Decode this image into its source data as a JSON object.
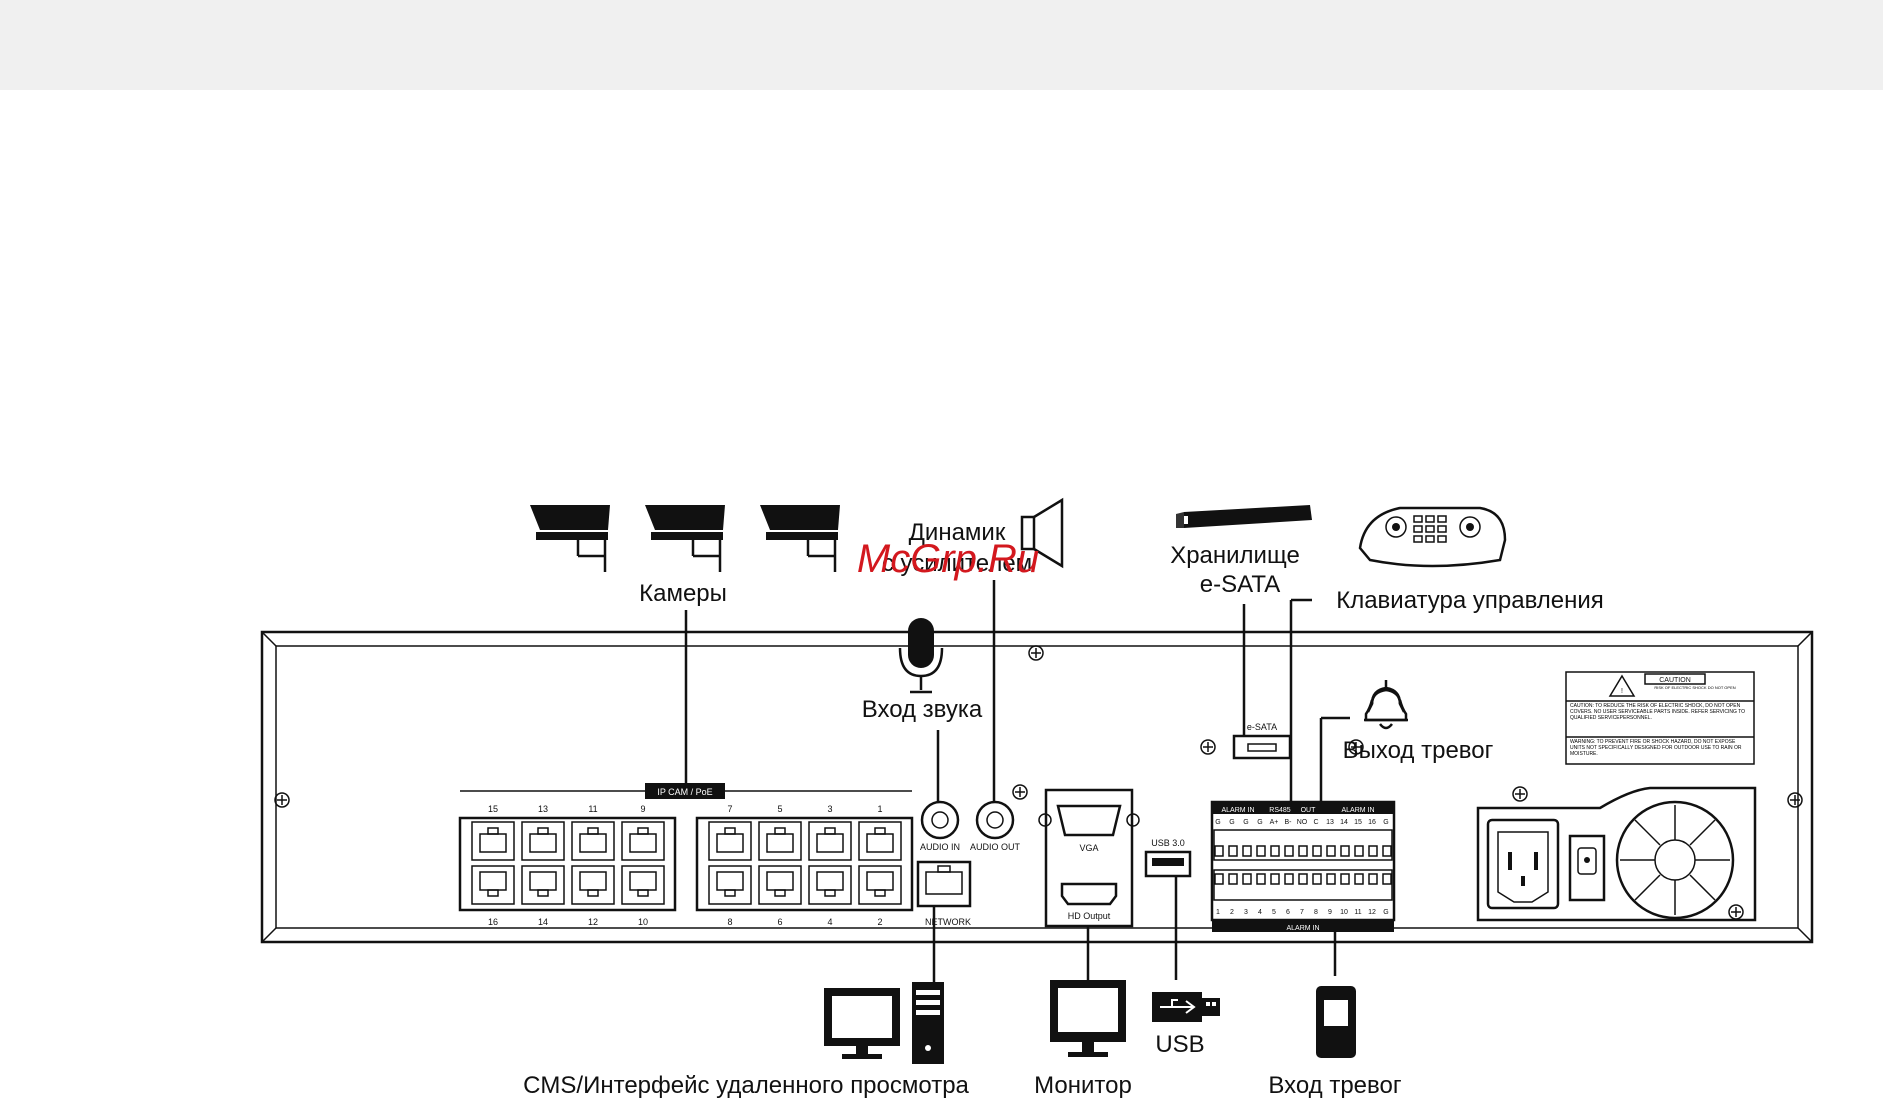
{
  "labels": {
    "cameras": "Камеры",
    "speaker_line1": "Динамик",
    "speaker_line2": "с усилителем",
    "audio_in": "Вход звука",
    "storage_line1": "Хранилище",
    "storage_line2": "e-SATA",
    "keyboard": "Клавиатура управления",
    "alarm_out": "Выход тревог",
    "cms": "CMS/Интерфейс удаленного просмотра",
    "monitor": "Монитор",
    "usb": "USB",
    "alarm_in": "Вход тревог"
  },
  "panel": {
    "ipcam_poe": "IP CAM / PoE",
    "ports_top": [
      "15",
      "13",
      "11",
      "9",
      "7",
      "5",
      "3",
      "1"
    ],
    "ports_bottom": [
      "16",
      "14",
      "12",
      "10",
      "8",
      "6",
      "4",
      "2"
    ],
    "audio_in": "AUDIO IN",
    "audio_out": "AUDIO OUT",
    "network": "NETWORK",
    "vga": "VGA",
    "hd_output": "HD Output",
    "usb30": "USB 3.0",
    "esata": "e-SATA",
    "alarm_in_top": "ALARM IN",
    "rs485": "RS485",
    "out": "OUT",
    "alarm_in_top2": "ALARM IN",
    "terminals_top": [
      "G",
      "G",
      "G",
      "G",
      "A+",
      "B-",
      "NO",
      "C",
      "13",
      "14",
      "15",
      "16",
      "G"
    ],
    "terminals_bottom": [
      "1",
      "2",
      "3",
      "4",
      "5",
      "6",
      "7",
      "8",
      "9",
      "10",
      "11",
      "12",
      "G"
    ],
    "alarm_in_bottom": "ALARM IN",
    "caution_title": "CAUTION",
    "caution_sub": "RISK OF ELECTRIC SHOCK DO NOT OPEN",
    "caution_text": "CAUTION: TO REDUCE THE RISK OF ELECTRIC SHOCK, DO NOT OPEN COVERS. NO USER SERVICEABLE PARTS INSIDE. REFER SERVICING TO QUALIFIED SERVICEPERSONNEL.",
    "warning_text": "WARNING: TO PREVENT FIRE OR SHOCK HAZARD, DO NOT EXPOSE UNITS NOT SPECIFICALLY DESIGNED FOR OUTDOOR USE TO RAIN OR MOISTURE."
  },
  "watermark": "McGrp.Ru"
}
